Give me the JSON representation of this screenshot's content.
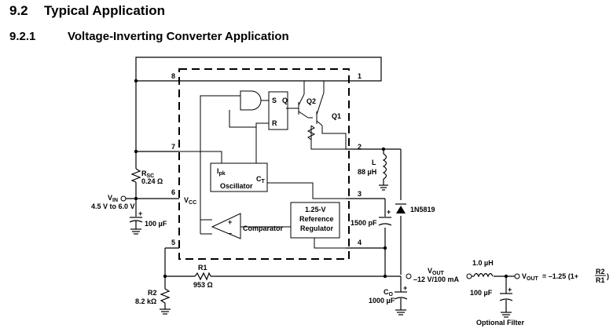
{
  "heading": {
    "number": "9.2",
    "title": "Typical Application"
  },
  "subheading": {
    "number": "9.2.1",
    "title": "Voltage-Inverting Converter Application"
  },
  "diagram": {
    "pins": [
      "1",
      "2",
      "3",
      "4",
      "5",
      "6",
      "7",
      "8"
    ],
    "ic": {
      "latch_s": "S",
      "latch_q": "Q",
      "latch_r": "R",
      "q2": "Q2",
      "q1": "Q1",
      "ipk": "I",
      "ipk_sub": "pk",
      "ct": "C",
      "ct_sub": "T",
      "oscillator": "Oscillator",
      "ref_line1": "1.25-V",
      "ref_line2": "Reference",
      "ref_line3": "Regulator",
      "comparator": "Comparator",
      "vcc": "V",
      "vcc_sub": "CC",
      "plus": "+",
      "minus": "–"
    },
    "rsc_label": "R",
    "rsc_sub": "SC",
    "rsc_value": "0.24 Ω",
    "vin_label": "V",
    "vin_sub": "IN",
    "vin_range": "4.5 V to 6.0 V",
    "cin_value": "100 µF",
    "inductor_label": "L",
    "inductor_value": "88 µH",
    "ct_cap_value": "1500 pF",
    "diode": "1N5819",
    "r1_label": "R1",
    "r1_value": "953 Ω",
    "r2_label": "R2",
    "r2_value": "8.2 kΩ",
    "vout_label": "V",
    "vout_sub": "OUT",
    "vout_spec": "–12 V/100 mA",
    "co_label": "C",
    "co_sub": "O",
    "co_value": "1000 µF",
    "filter_l": "1.0 µH",
    "filter_c": "100 µF",
    "filter_out_label": "V",
    "filter_out_sub": "OUT",
    "filter_formula": "= –1.25 (1+",
    "formula_num": "R2",
    "formula_den": "R1",
    "formula_close": ")",
    "optional_filter": "Optional Filter"
  }
}
